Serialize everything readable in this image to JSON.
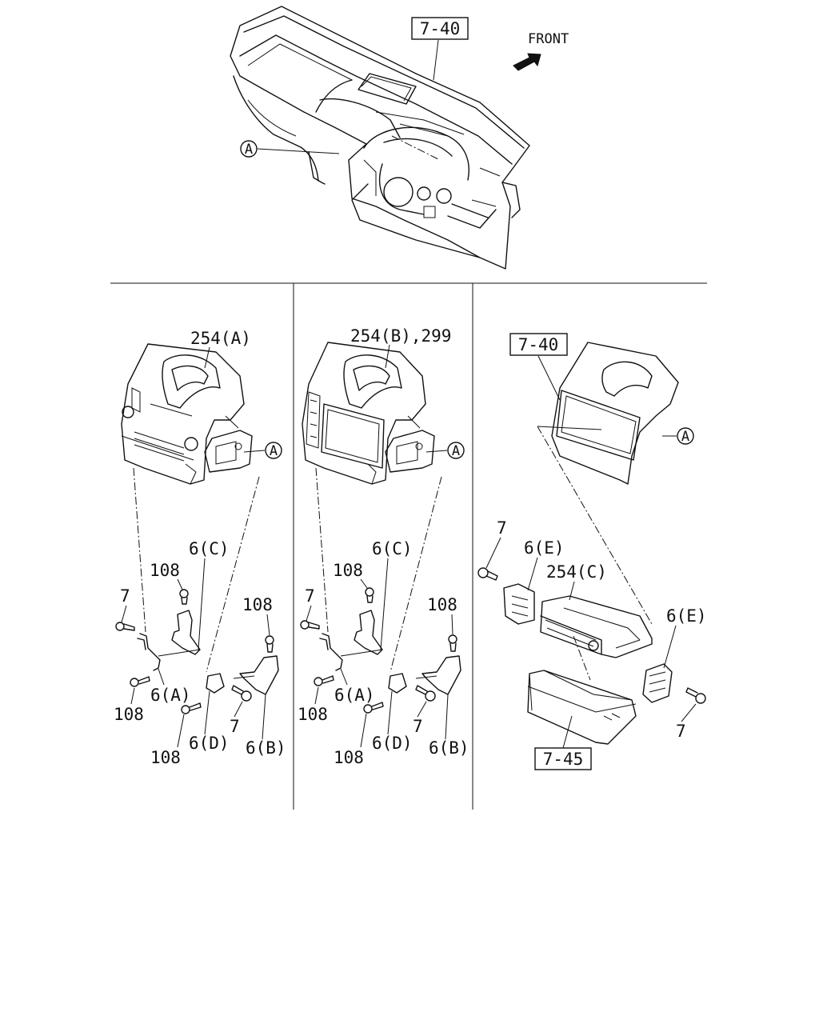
{
  "labels": {
    "ref_top": "7-40",
    "front": "FRONT",
    "circle_a": "A",
    "p1_title": "254(A)",
    "p2_title": "254(B),299",
    "p3_ref_top": "7-40",
    "p3_ref_bottom": "7-45",
    "p_6c": "6(C)",
    "p_6a": "6(A)",
    "p_6b": "6(B)",
    "p_6d": "6(D)",
    "p_6e": "6(E)",
    "p_254c": "254(C)",
    "p_108": "108",
    "p_7": "7"
  }
}
